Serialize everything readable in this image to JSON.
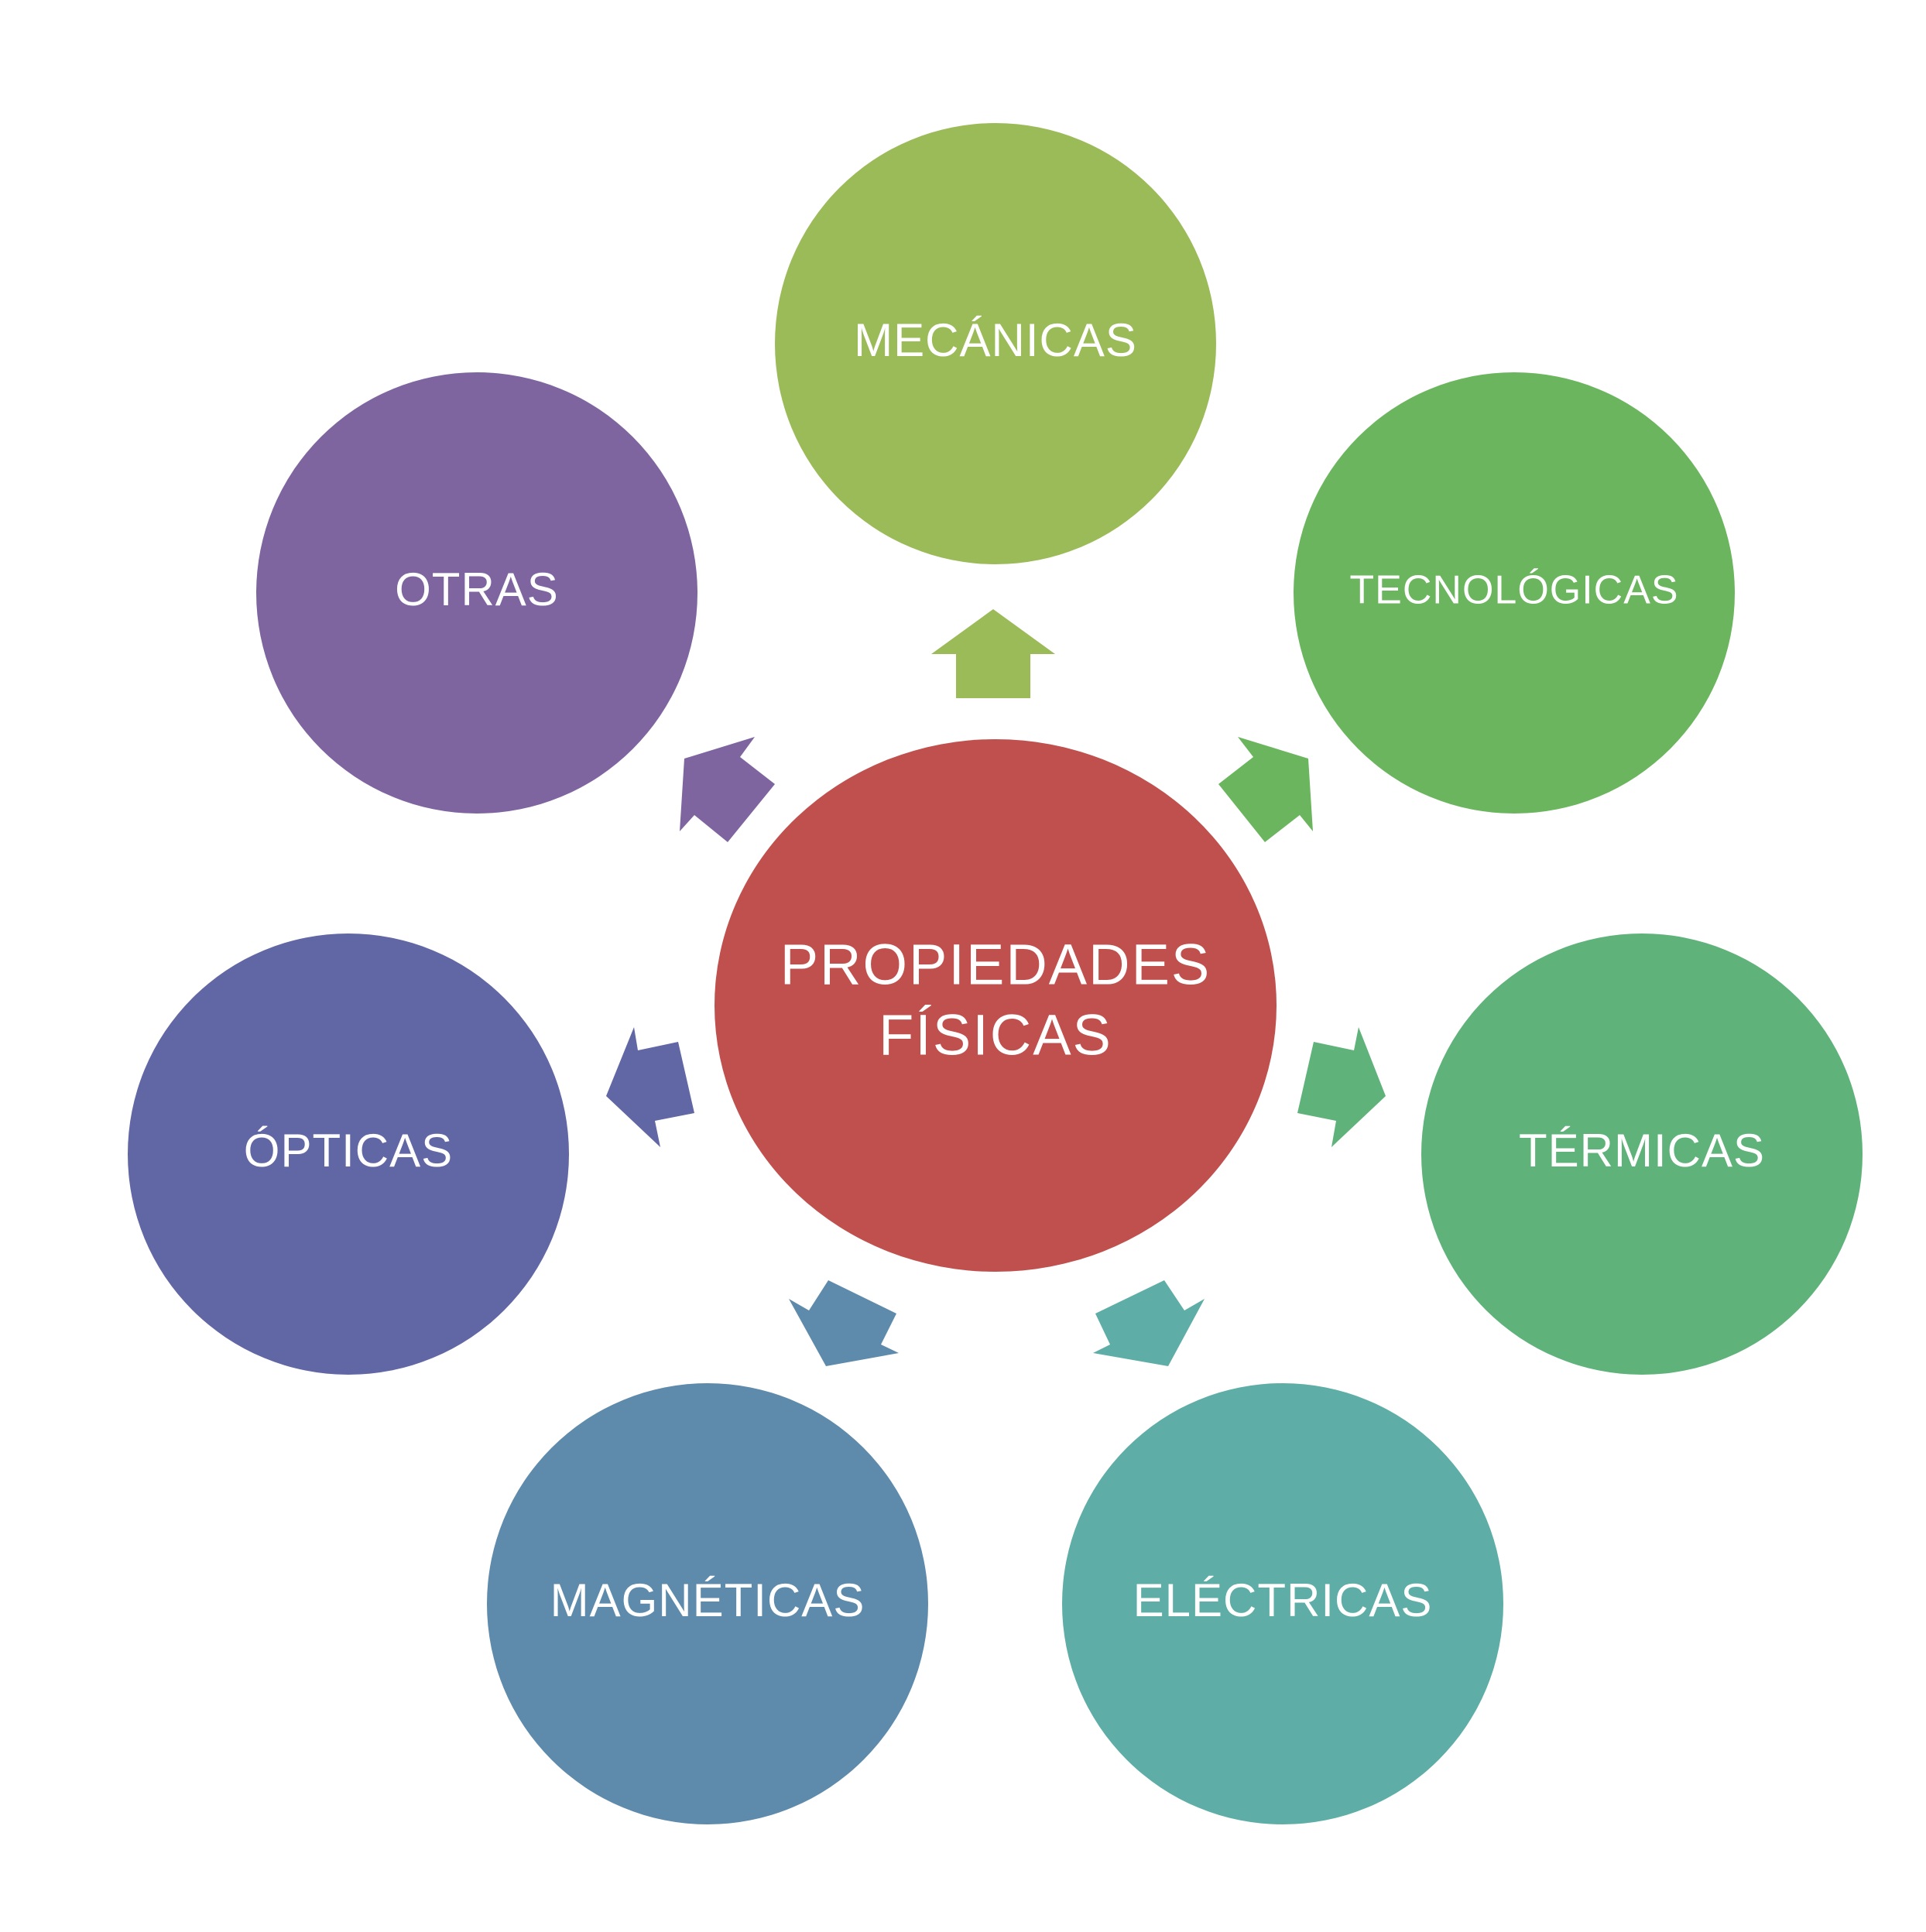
{
  "center": {
    "line1": "PROPIEDADES",
    "line2": "FÍSICAS",
    "color": "#c0504d"
  },
  "nodes": [
    {
      "id": "mecanicas",
      "label": "MECÁNICAS",
      "color": "#9bbb59",
      "icon": "arrow-up-icon"
    },
    {
      "id": "tecnologicas",
      "label": "TECNOLÓGICAS",
      "color": "#6bb55e",
      "icon": "arrow-up-right-icon"
    },
    {
      "id": "termicas",
      "label": "TÉRMICAS",
      "color": "#5fb279",
      "icon": "arrow-right-icon"
    },
    {
      "id": "electricas",
      "label": "ELÉCTRICAS",
      "color": "#5eada6",
      "icon": "arrow-down-right-icon"
    },
    {
      "id": "magneticas",
      "label": "MAGNÉTICAS",
      "color": "#5e8aab",
      "icon": "arrow-down-left-icon"
    },
    {
      "id": "opticas",
      "label": "ÓPTICAS",
      "color": "#6166a4",
      "icon": "arrow-left-icon"
    },
    {
      "id": "otras",
      "label": "OTRAS",
      "color": "#7f65a0",
      "icon": "arrow-up-left-icon"
    }
  ]
}
